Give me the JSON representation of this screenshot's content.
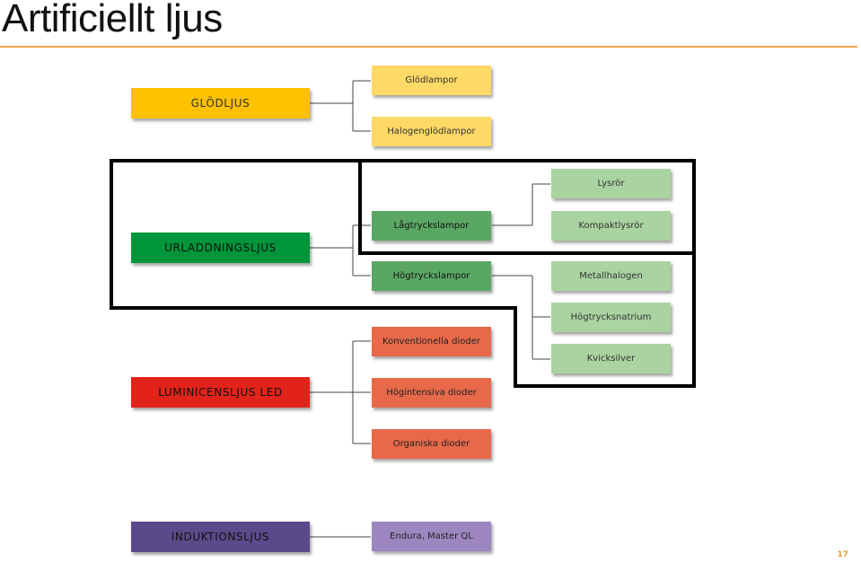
{
  "title": "Artificiellt ljus",
  "slide_number": "17",
  "colors": {
    "title_rule": "#f0a64a",
    "glod_main": "#ffc000",
    "glod_sub": "#ffd966",
    "urladdning_main": "#00953a",
    "urladdning_sub1": "#5aa764",
    "urladdning_sub2": "#a9d3a0",
    "led_main": "#e2231a",
    "led_sub": "#e8694a",
    "induktion_main": "#5b4a8b",
    "induktion_sub": "#9d86c0",
    "outline": "#000000"
  },
  "groups": {
    "glodljus": {
      "label": "GLÖDLJUS",
      "children": [
        "Glödlampor",
        "Halogenglödlampor"
      ]
    },
    "urladdningsljus": {
      "label": "URLADDNINGSLJUS",
      "lagtryck": "Lågtryckslampor",
      "hogtryck": "Högtryckslampor",
      "lagtryck_children": [
        "Lysrör",
        "Kompaktlysrör"
      ],
      "hogtryck_children": [
        "Metallhalogen",
        "Högtrycksnatrium",
        "Kvicksilver"
      ]
    },
    "luminicensljus": {
      "label": "LUMINICENSLJUS LED",
      "children": [
        "Konventionella dioder",
        "Högintensiva dioder",
        "Organiska dioder"
      ]
    },
    "induktionsljus": {
      "label": "INDUKTIONSLJUS",
      "children": [
        "Endura, Master QL"
      ]
    }
  }
}
